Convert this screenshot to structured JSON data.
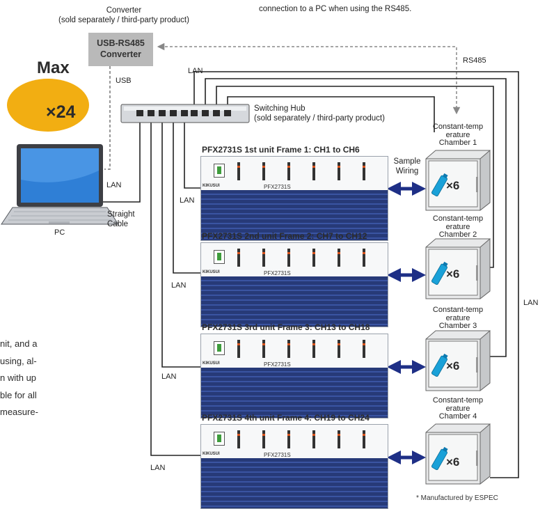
{
  "top_note": "connection to a PC when using the RS485.",
  "converter": {
    "caption_line1": "Converter",
    "caption_line2": "(sold separately / third-party product)",
    "box_line1": "USB-RS485",
    "box_line2": "Converter"
  },
  "max_label": "Max",
  "max_count": "×24",
  "hub": {
    "label_line1": "Switching Hub",
    "label_line2": "(sold separately / third-party product)"
  },
  "pc": {
    "label": "PC",
    "cable_line1": "Straight",
    "cable_line2": "Cable"
  },
  "links": {
    "usb": "USB",
    "lan": "LAN",
    "rs485": "RS485",
    "sample_wiring_line1": "Sample",
    "sample_wiring_line2": "Wiring"
  },
  "units": [
    {
      "title": "PFX2731S 1st unit   Frame 1: CH1 to CH6",
      "model": "PFX2731S",
      "chamber_line1": "Constant-temp",
      "chamber_line2": "erature",
      "chamber_line3": "Chamber 1",
      "count": "×6"
    },
    {
      "title": "PFX2731S 2nd unit   Frame 2: CH7 to CH12",
      "model": "PFX2731S",
      "chamber_line1": "Constant-temp",
      "chamber_line2": "erature",
      "chamber_line3": "Chamber 2",
      "count": "×6"
    },
    {
      "title": "PFX2731S 3rd unit   Frame 3: CH13 to CH18",
      "model": "PFX2731S",
      "chamber_line1": "Constant-temp",
      "chamber_line2": "erature",
      "chamber_line3": "Chamber 3",
      "count": "×6"
    },
    {
      "title": "PFX2731S 4th unit   Frame 4: CH19 to CH24",
      "model": "PFX2731S",
      "chamber_line1": "Constant-temp",
      "chamber_line2": "erature",
      "chamber_line3": "Chamber 4",
      "count": "×6"
    }
  ],
  "body_text": [
    "nit, and a",
    "using, al-",
    "n with up",
    "ble for all",
    "measure-"
  ],
  "footnote": "* Manufactured by ESPEC",
  "colors": {
    "badge": "#f2ae12",
    "battery": "#1aa1d8",
    "arrow": "#1e2f86",
    "rack_blue": "#2b3d7c",
    "converter_box": "#b9b9b9"
  }
}
